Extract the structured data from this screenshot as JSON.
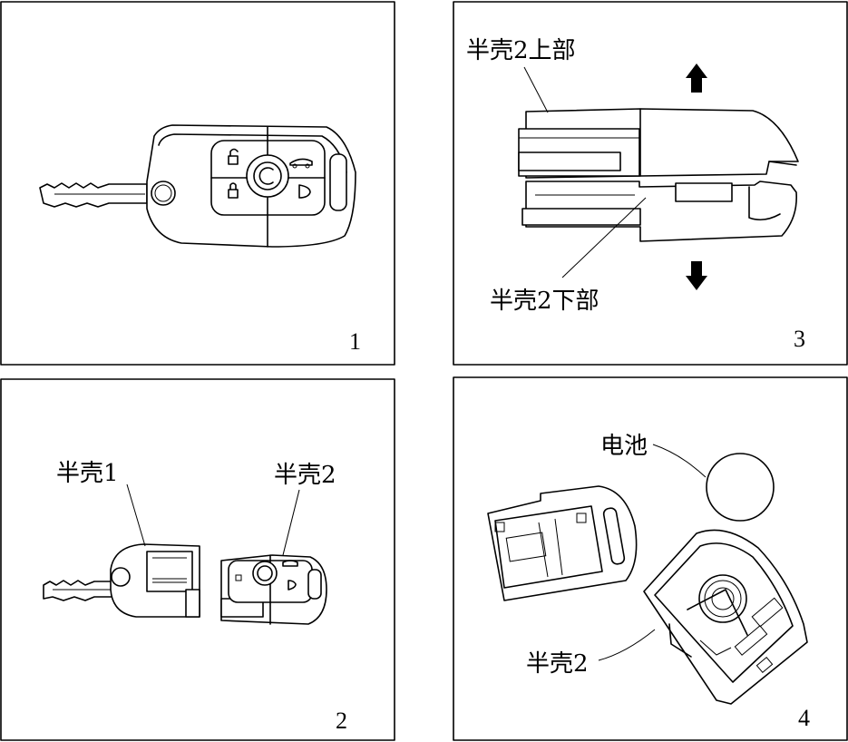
{
  "panels": [
    {
      "number": "1"
    },
    {
      "number": "2",
      "labels": {
        "half_shell_1": "半壳1",
        "half_shell_2": "半壳2"
      }
    },
    {
      "number": "3",
      "labels": {
        "upper": "半壳2上部",
        "lower": "半壳2下部"
      }
    },
    {
      "number": "4",
      "labels": {
        "battery": "电池",
        "half_shell_2": "半壳2"
      }
    }
  ]
}
